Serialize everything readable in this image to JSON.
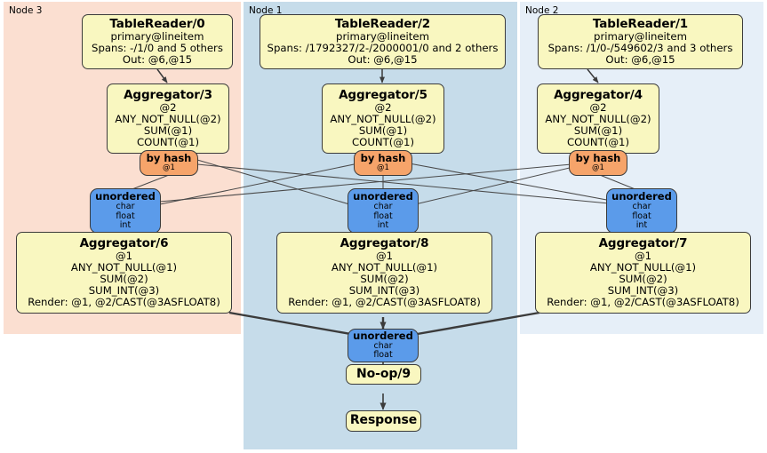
{
  "diagram": {
    "title": "Distributed query execution plan",
    "colors": {
      "node3_panel": "#fbdfd1",
      "node1_panel": "#c6dcea",
      "node2_panel": "#e6eff8",
      "processor_fill": "#f9f7c0",
      "router_fill": "#f6a46a",
      "sync_fill": "#5b9bea",
      "edge_stroke": "#3b3b3b",
      "background": "#ffffff"
    }
  },
  "clusters": [
    {
      "id": "node3",
      "label": "Node 3"
    },
    {
      "id": "node1",
      "label": "Node 1"
    },
    {
      "id": "node2",
      "label": "Node 2"
    }
  ],
  "nodes": {
    "tablereader0": {
      "title": "TableReader/0",
      "lines": [
        "primary@lineitem",
        "Spans: -/1/0 and 5 others",
        "Out: @6,@15"
      ]
    },
    "tablereader2": {
      "title": "TableReader/2",
      "lines": [
        "primary@lineitem",
        "Spans: /1792327/2-/2000001/0 and 2 others",
        "Out: @6,@15"
      ]
    },
    "tablereader1": {
      "title": "TableReader/1",
      "lines": [
        "primary@lineitem",
        "Spans: /1/0-/549602/3 and 3 others",
        "Out: @6,@15"
      ]
    },
    "aggregator3": {
      "title": "Aggregator/3",
      "lines": [
        "@2",
        "ANY_NOT_NULL(@2)",
        "SUM(@1)",
        "COUNT(@1)"
      ]
    },
    "aggregator5": {
      "title": "Aggregator/5",
      "lines": [
        "@2",
        "ANY_NOT_NULL(@2)",
        "SUM(@1)",
        "COUNT(@1)"
      ]
    },
    "aggregator4": {
      "title": "Aggregator/4",
      "lines": [
        "@2",
        "ANY_NOT_NULL(@2)",
        "SUM(@1)",
        "COUNT(@1)"
      ]
    },
    "byhash_left": {
      "title": "by hash",
      "lines": [
        "@1"
      ]
    },
    "byhash_center": {
      "title": "by hash",
      "lines": [
        "@1"
      ]
    },
    "byhash_right": {
      "title": "by hash",
      "lines": [
        "@1"
      ]
    },
    "unordered_left": {
      "title": "unordered",
      "lines": [
        "char",
        "float",
        "int"
      ]
    },
    "unordered_center": {
      "title": "unordered",
      "lines": [
        "char",
        "float",
        "int"
      ]
    },
    "unordered_right": {
      "title": "unordered",
      "lines": [
        "char",
        "float",
        "int"
      ]
    },
    "aggregator6": {
      "title": "Aggregator/6",
      "lines": [
        "@1",
        "ANY_NOT_NULL(@1)",
        "SUM(@2)",
        "SUM_INT(@3)",
        "Render: @1, @2/CAST(@3ASFLOAT8)"
      ]
    },
    "aggregator8": {
      "title": "Aggregator/8",
      "lines": [
        "@1",
        "ANY_NOT_NULL(@1)",
        "SUM(@2)",
        "SUM_INT(@3)",
        "Render: @1, @2/CAST(@3ASFLOAT8)"
      ]
    },
    "aggregator7": {
      "title": "Aggregator/7",
      "lines": [
        "@1",
        "ANY_NOT_NULL(@1)",
        "SUM(@2)",
        "SUM_INT(@3)",
        "Render: @1, @2/CAST(@3ASFLOAT8)"
      ]
    },
    "unordered_final": {
      "title": "unordered",
      "lines": [
        "char",
        "float"
      ]
    },
    "noop9": {
      "title": "No-op/9",
      "lines": []
    },
    "response": {
      "title": "Response",
      "lines": []
    }
  }
}
